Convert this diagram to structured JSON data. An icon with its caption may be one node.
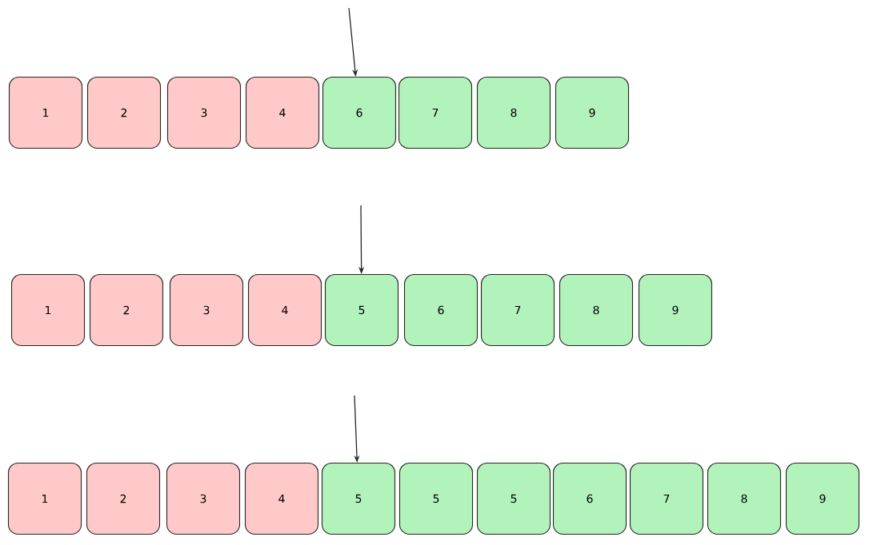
{
  "diagram": {
    "nodes": [
      {
        "text": [
          "1"
        ]
      },
      {
        "text": [
          "2"
        ]
      },
      {
        "text": [
          "3"
        ]
      },
      {
        "text": [
          "4"
        ]
      },
      {
        "text": [
          "6"
        ]
      },
      {
        "text": [
          "7"
        ]
      },
      {
        "text": [
          "8"
        ]
      },
      {
        "text": [
          "9"
        ]
      },
      {
        "text": [
          "1"
        ]
      },
      {
        "text": [
          "2"
        ]
      },
      {
        "text": [
          "3"
        ]
      },
      {
        "text": [
          "4"
        ]
      },
      {
        "text": [
          "5"
        ]
      },
      {
        "text": [
          "6"
        ]
      },
      {
        "text": [
          "7"
        ]
      },
      {
        "text": [
          "8"
        ]
      },
      {
        "text": [
          "9"
        ]
      },
      {
        "text": [
          "1"
        ]
      },
      {
        "text": [
          "2"
        ]
      },
      {
        "text": [
          "3"
        ]
      },
      {
        "text": [
          "4"
        ]
      },
      {
        "text": [
          "5"
        ]
      },
      {
        "text": [
          "5"
        ]
      },
      {
        "text": [
          "5"
        ]
      },
      {
        "text": [
          "6"
        ]
      },
      {
        "text": [
          "7"
        ]
      },
      {
        "text": [
          "8"
        ]
      },
      {
        "text": [
          "9"
        ]
      }
    ],
    "edges": [
      {
        "from": null,
        "to": 4,
        "arrow": "to"
      },
      {
        "from": null,
        "to": 12,
        "arrow": "to"
      },
      {
        "from": null,
        "to": 21,
        "arrow": "to"
      }
    ]
  }
}
